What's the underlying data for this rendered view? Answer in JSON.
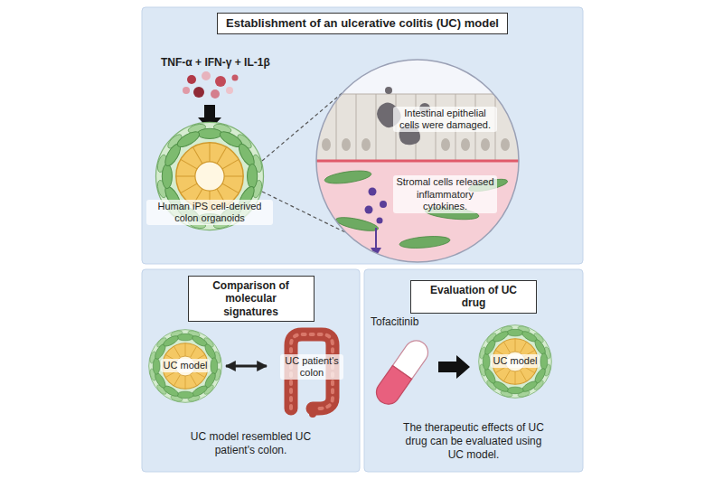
{
  "diagram": {
    "nodes": [
      {
        "text": [
          "Establishment of an ulcerative colitis (UC) model"
        ]
      },
      {
        "text": [
          "Human iPS cell-derived colon organoids"
        ],
        "in": 0
      },
      {
        "text": [
          "Intestinal epithelial cells were damaged.",
          "Stromal cells released inflammatory cytokines."
        ],
        "in": 0
      },
      {
        "text": [
          "Comparison of molecular signatures",
          "UC model resembled UC patient's colon."
        ]
      },
      {
        "text": [
          "UC model"
        ],
        "in": 3
      },
      {
        "text": [
          "UC patient's colon"
        ],
        "in": 3
      },
      {
        "text": [
          "Evaluation of UC drug",
          "The therapeutic effects of UC drug can be evaluated using UC model."
        ]
      },
      {
        "text": [
          "UC model"
        ],
        "in": 6
      }
    ],
    "edges": [
      {
        "from": 4,
        "to": 5,
        "arrow": "both"
      }
    ],
    "labels": [
      "TNF-α + IFN-γ + IL-1β",
      "Tofacitinib"
    ]
  }
}
